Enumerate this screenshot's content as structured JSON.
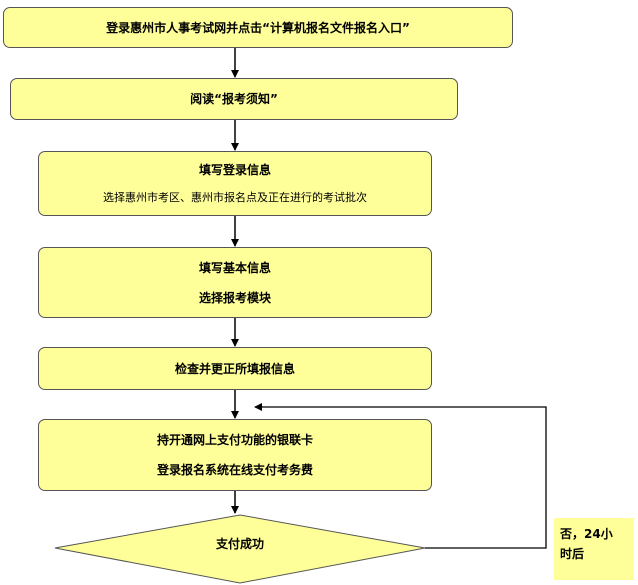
{
  "steps": [
    {
      "title": "登录惠州市人事考试网并点击“计算机报名文件报名入口”"
    },
    {
      "title": "阅读“报考须知”"
    },
    {
      "title": "填写登录信息",
      "subtitle": "选择惠州市考区、惠州市报名点及正在进行的考试批次"
    },
    {
      "title": "填写基本信息",
      "subtitle": "选择报考模块"
    },
    {
      "title": "检查并更正所填报信息"
    },
    {
      "title": "持开通网上支付功能的银联卡",
      "subtitle": "登录报名系统在线支付考务费"
    }
  ],
  "decision": {
    "label": "支付成功"
  },
  "loop_note": {
    "line1": "否，24小",
    "line2": "时后"
  },
  "colors": {
    "fill": "#ffff99",
    "stroke": "#555555",
    "arrow": "#000000"
  }
}
